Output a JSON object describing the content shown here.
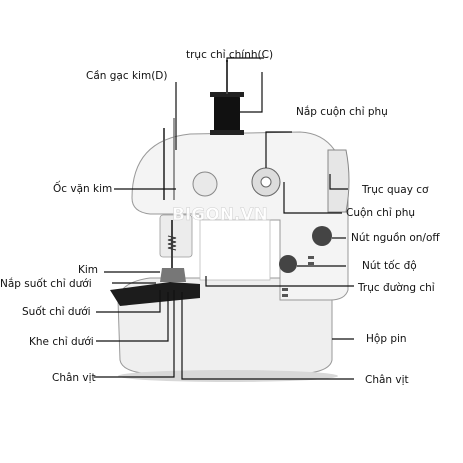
{
  "watermark": "BIGON.VN",
  "labels": {
    "spool_pin": "trục chỉ chính(C)",
    "thread_guide": "Cần gạc kim(D)",
    "bobbin_cover": "Nắp cuộn chỉ phụ",
    "needle_screw": "Ốc vặn kim",
    "handwheel": "Trục quay cơ",
    "bobbin_winder": "Cuộn chỉ phụ",
    "power_button": "Nút nguồn on/off",
    "speed_button": "Nút tốc độ",
    "needle": "Kim",
    "lower_bobbin_cover": "Nắp suốt chỉ dưới",
    "lower_thread_axis": "Trục đường chỉ",
    "lower_bobbin": "Suốt chỉ dưới",
    "lower_thread_slot": "Khe chỉ dưới",
    "battery_box": "Hộp pin",
    "presser_foot_left": "Chân vịt",
    "presser_foot_right": "Chân vịt"
  },
  "colors": {
    "body": "#f2f2f2",
    "outline": "#9a9a9a",
    "dark": "#1a1a1a",
    "leader": "#111111"
  }
}
